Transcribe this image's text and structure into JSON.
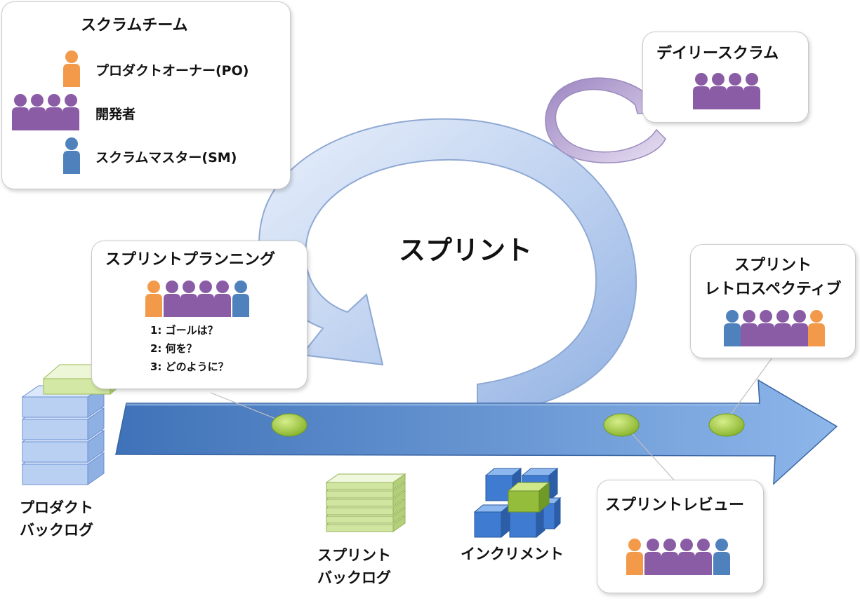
{
  "team": {
    "title": "スクラムチーム",
    "roles": [
      {
        "label": "プロダクトオーナー(PO)",
        "icon": "product-owner-person-icon"
      },
      {
        "label": "開発者",
        "icon": "developers-people-icon"
      },
      {
        "label": "スクラムマスター(SM)",
        "icon": "scrum-master-person-icon"
      }
    ]
  },
  "daily": {
    "title": "デイリースクラム"
  },
  "sprint": {
    "label": "スプリント"
  },
  "planning": {
    "title": "スプリントプランニング",
    "questions": [
      "1: ゴールは？",
      "2: 何を？",
      "3: どのように？"
    ]
  },
  "retro": {
    "title_line1": "スプリント",
    "title_line2": "レトロスペクティブ"
  },
  "review": {
    "title": "スプリントレビュー"
  },
  "artifacts": {
    "product_backlog": {
      "line1": "プロダクト",
      "line2": "バックログ"
    },
    "sprint_backlog": {
      "line1": "スプリント",
      "line2": "バックログ"
    },
    "increment": {
      "label": "インクリメント"
    }
  },
  "colors": {
    "product_owner": "#f39a4a",
    "developer": "#8b5ca6",
    "scrum_master": "#4f81bd",
    "timeline": "#5a8fd0",
    "milestone": "#9cc23a",
    "sprint_cycle": "#bcd0ef"
  }
}
